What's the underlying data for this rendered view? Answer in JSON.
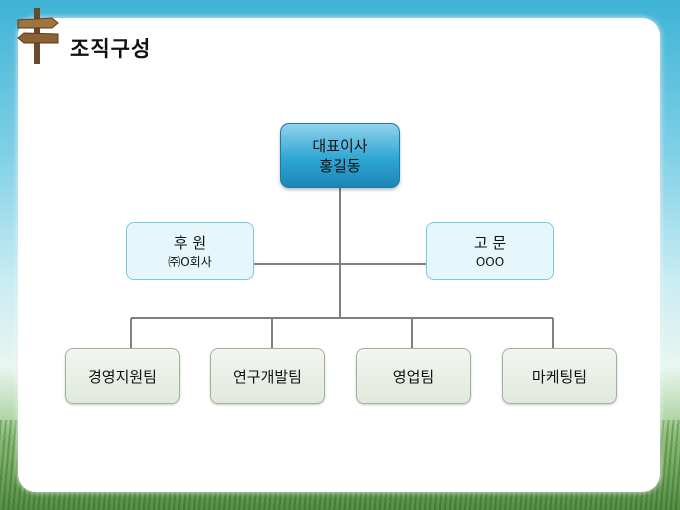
{
  "slide": {
    "title": "조직구성"
  },
  "org": {
    "ceo": {
      "role": "대표이사",
      "name": "홍길동"
    },
    "sponsor": {
      "label": "후 원",
      "detail": "㈜O회사"
    },
    "advisor": {
      "label": "고 문",
      "detail": "OOO"
    },
    "teams": [
      "경영지원팀",
      "연구개발팀",
      "영업팀",
      "마케팅팀"
    ]
  },
  "colors": {
    "ceo_box": "#2fa6d3",
    "side_box": "#e6f7fb",
    "team_box": "#e1e9dd",
    "connector": "#808080"
  },
  "icons": {
    "title_icon": "signpost-icon"
  }
}
